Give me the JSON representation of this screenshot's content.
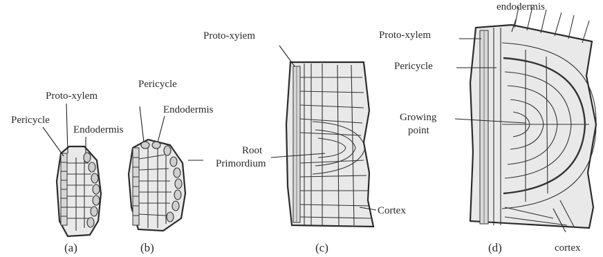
{
  "panels": [
    {
      "caption": "(a)",
      "labels": [
        "Pericycle",
        "Proto-xylem",
        "Endodermis"
      ]
    },
    {
      "caption": "(b)",
      "labels": [
        "Pericycle",
        "Endodermis"
      ]
    },
    {
      "caption": "(c)",
      "labels": [
        "Proto-xyiem",
        "Root",
        "Primordium",
        "Cortex"
      ]
    },
    {
      "caption": "(d)",
      "labels": [
        "Proto-xylem",
        "endodermis",
        "Pericycle",
        "Growing",
        "point",
        "cortex"
      ]
    }
  ]
}
